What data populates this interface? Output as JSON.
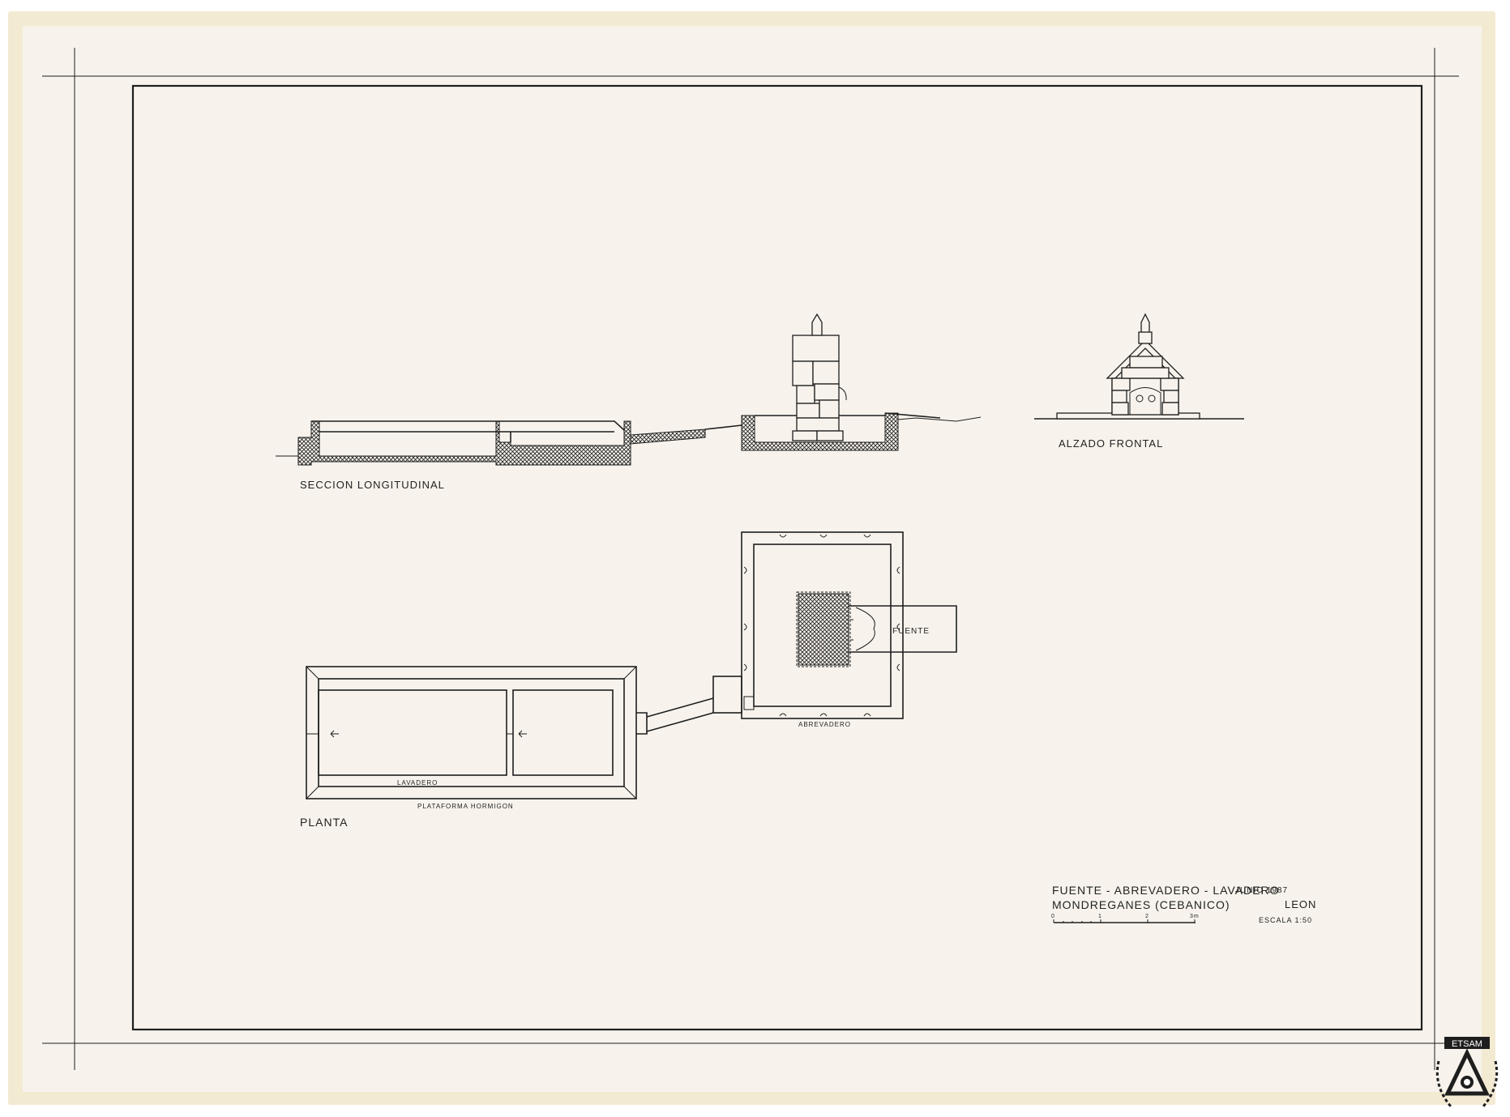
{
  "drawing": {
    "views": {
      "longitudinal_section": "SECCION LONGITUDINAL",
      "front_elevation": "ALZADO FRONTAL",
      "plan": "PLANTA"
    },
    "plan_labels": {
      "fountain": "FUENTE",
      "trough": "ABREVADERO",
      "washhouse": "LAVADERO",
      "platform": "PLATAFORMA HORMIGON"
    },
    "title_block": {
      "title": "FUENTE - ABREVADERO - LAVADERO",
      "date": "JUNIO 1987",
      "location": "MONDREGANES (CEBANICO)",
      "province": "LEON",
      "scale": "ESCALA 1:50",
      "scale_bar_ticks": [
        "0",
        "1",
        "2",
        "3m"
      ]
    },
    "stamp": "ETSAM"
  }
}
